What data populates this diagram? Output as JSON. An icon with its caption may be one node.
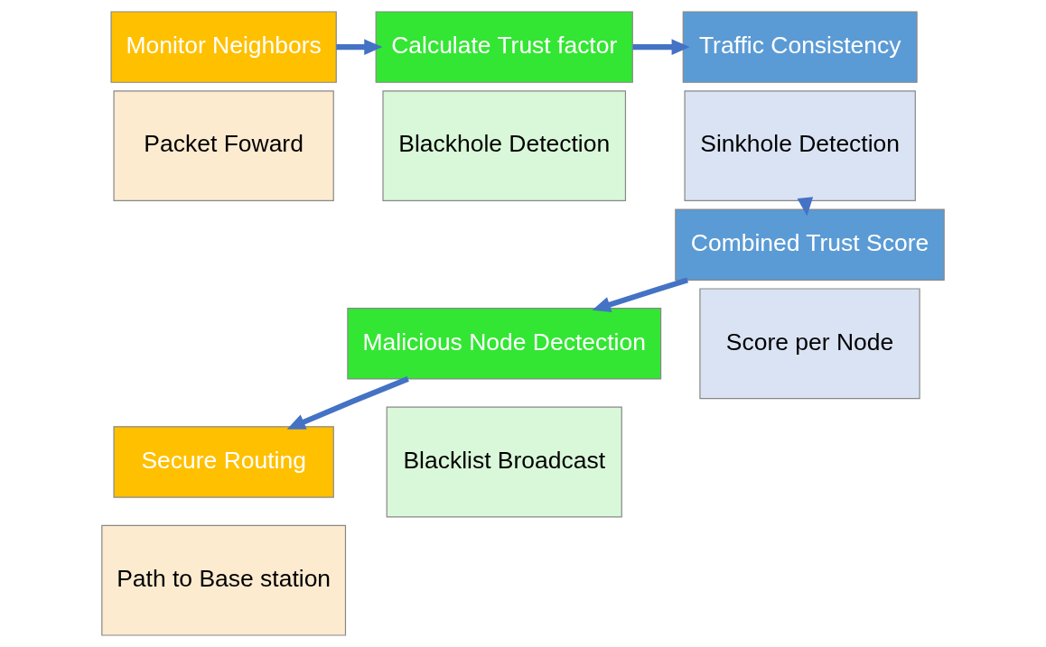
{
  "diagram": {
    "nodes": [
      {
        "text": [
          "Monitor Neighbors"
        ]
      },
      {
        "text": [
          "Packet Foward"
        ]
      },
      {
        "text": [
          "Calculate Trust factor"
        ]
      },
      {
        "text": [
          "Blackhole Detection"
        ]
      },
      {
        "text": [
          "Traffic Consistency"
        ]
      },
      {
        "text": [
          "Sinkhole Detection"
        ]
      },
      {
        "text": [
          "Combined Trust Score"
        ]
      },
      {
        "text": [
          "Score per Node"
        ]
      },
      {
        "text": [
          "Malicious Node Dectection"
        ]
      },
      {
        "text": [
          "Blacklist Broadcast"
        ]
      },
      {
        "text": [
          "Secure Routing"
        ]
      },
      {
        "text": [
          "Path to Base station"
        ]
      }
    ],
    "edges": [
      {
        "from": 0,
        "to": 2,
        "arrow": "to"
      },
      {
        "from": 2,
        "to": 4,
        "arrow": "to"
      },
      {
        "from": 5,
        "to": 6,
        "arrow": "to"
      },
      {
        "from": 6,
        "to": 8,
        "arrow": "to"
      },
      {
        "from": 8,
        "to": 10,
        "arrow": "to"
      }
    ]
  }
}
